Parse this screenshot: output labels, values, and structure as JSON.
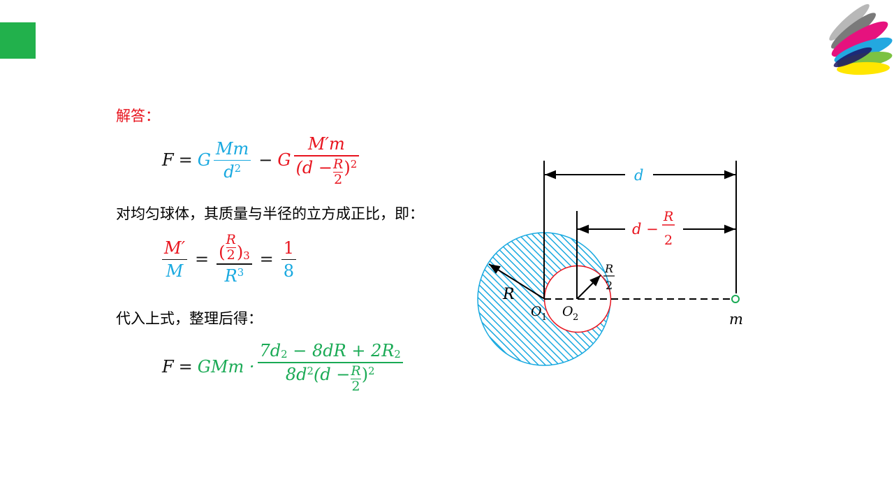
{
  "slide": {
    "heading": "解答：",
    "line_proportion": "对均匀球体，其质量与半径的立方成正比，即：",
    "line_substitute": "代入上式，整理后得："
  },
  "eq1": {
    "F": "F",
    "equals": "=",
    "G1": "G",
    "num1": "Mm",
    "den1_base": "d",
    "den1_exp": "2",
    "minus": "−",
    "G2": "G",
    "num2": "M′m",
    "den2_open": "(d −",
    "den2_R": "R",
    "den2_two": "2",
    "den2_close": ")",
    "den2_exp": "2"
  },
  "eq2": {
    "num_left": "M′",
    "den_left": "M",
    "equals1": "=",
    "open": "(",
    "R": "R",
    "two": "2",
    "close": ")",
    "cube": "3",
    "den_mid_base": "R",
    "den_mid_exp": "3",
    "equals2": "=",
    "one": "1",
    "eight": "8"
  },
  "eq3": {
    "F": "F",
    "equals": "=",
    "prefix": "GMm ·",
    "num_a": "7d",
    "num_a_exp": "2",
    "num_b": " − 8dR + 2R",
    "num_b_exp": "2",
    "den_a": "8d",
    "den_a_exp": "2",
    "den_b": "(d −",
    "den_R": "R",
    "den_two": "2",
    "den_close": ")",
    "den_exp": "2"
  },
  "diagram": {
    "label_d": "d",
    "label_dR2_d": "d −",
    "label_dR2_R": "R",
    "label_dR2_two": "2",
    "label_R": "R",
    "label_R2_R": "R",
    "label_R2_two": "2",
    "label_O1": "O",
    "label_O1_sub": "1",
    "label_O2": "O",
    "label_O2_sub": "2",
    "label_m": "m"
  },
  "colors": {
    "blue": "#19a9e0",
    "red": "#e8141e",
    "green": "#1aaa55",
    "accent_tab": "#22b14c"
  },
  "icons": [
    "brand-logo-icon"
  ]
}
